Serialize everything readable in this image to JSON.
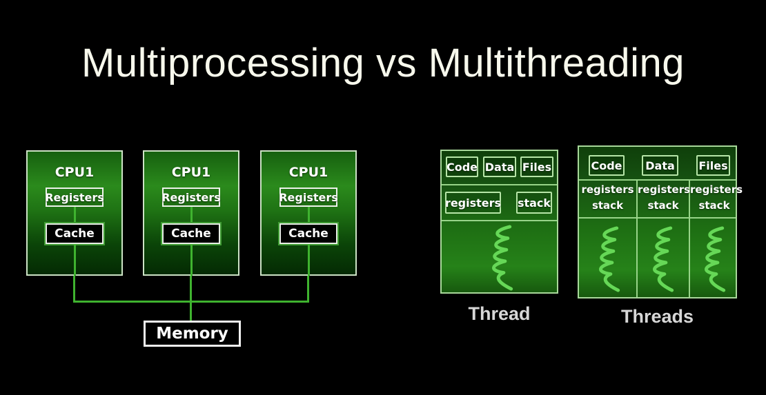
{
  "title": "Multiprocessing vs Multithreading",
  "colors": {
    "background": "#000000",
    "accent_green_line": "#3fb32f",
    "cpu_border": "#cde3c6",
    "process_border": "#a9d99b",
    "squiggle_green": "#66d857",
    "caption_gray": "#d7d7d7"
  },
  "icons": {
    "thread_symbol": "thread-squiggle-icon"
  },
  "multiprocessing": {
    "cpus": [
      {
        "label": "CPU1",
        "registers": "Registers",
        "cache": "Cache"
      },
      {
        "label": "CPU1",
        "registers": "Registers",
        "cache": "Cache"
      },
      {
        "label": "CPU1",
        "registers": "Registers",
        "cache": "Cache"
      }
    ],
    "memory_label": "Memory"
  },
  "thread_diagram": {
    "segments": [
      "Code",
      "Data",
      "Files"
    ],
    "registers_label": "registers",
    "stack_label": "stack",
    "caption": "Thread"
  },
  "threads_diagram": {
    "segments": [
      "Code",
      "Data",
      "Files"
    ],
    "columns": [
      {
        "line1": "registers",
        "line2": "stack"
      },
      {
        "line1": "registers",
        "line2": "stack"
      },
      {
        "line1": "registers",
        "line2": "stack"
      }
    ],
    "caption": "Threads"
  }
}
